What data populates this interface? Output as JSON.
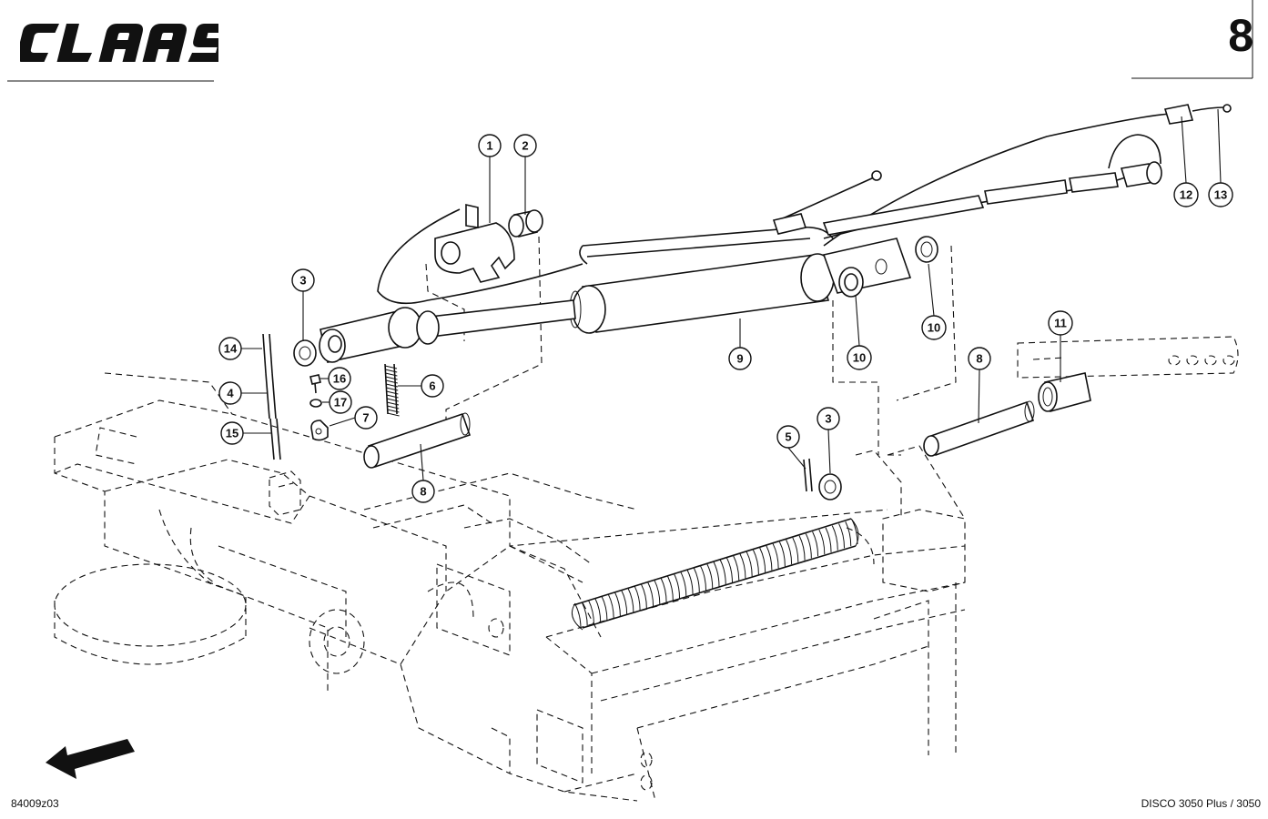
{
  "header": {
    "brand": "CLAAS",
    "page_number": "8"
  },
  "footer": {
    "drawing_id": "84009z03",
    "model": "DISCO 3050 Plus / 3050"
  },
  "callouts": [
    {
      "id": "c1",
      "label": "1"
    },
    {
      "id": "c2",
      "label": "2"
    },
    {
      "id": "c3a",
      "label": "3"
    },
    {
      "id": "c3b",
      "label": "3"
    },
    {
      "id": "c4",
      "label": "4"
    },
    {
      "id": "c5",
      "label": "5"
    },
    {
      "id": "c6",
      "label": "6"
    },
    {
      "id": "c7",
      "label": "7"
    },
    {
      "id": "c8a",
      "label": "8"
    },
    {
      "id": "c8b",
      "label": "8"
    },
    {
      "id": "c9",
      "label": "9"
    },
    {
      "id": "c10a",
      "label": "10"
    },
    {
      "id": "c10b",
      "label": "10"
    },
    {
      "id": "c11",
      "label": "11"
    },
    {
      "id": "c12",
      "label": "12"
    },
    {
      "id": "c13",
      "label": "13"
    },
    {
      "id": "c14",
      "label": "14"
    },
    {
      "id": "c15",
      "label": "15"
    },
    {
      "id": "c16",
      "label": "16"
    },
    {
      "id": "c17",
      "label": "17"
    }
  ]
}
